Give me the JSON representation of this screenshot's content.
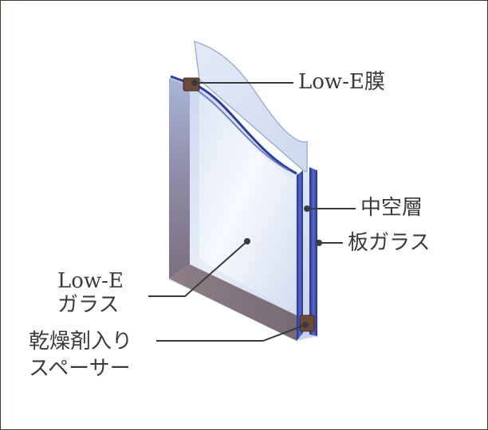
{
  "labels": {
    "low_e_film": "Low-E膜",
    "hollow_layer": "中空層",
    "plate_glass": "板ガラス",
    "low_e_glass": [
      "Low-E",
      "ガラス"
    ],
    "spacer": [
      "乾燥剤入り",
      "スペーサー"
    ]
  },
  "colors": {
    "frame_border": "#4a3a2e",
    "leader_line": "#3a3a3a",
    "glass_edge": "#2b3f9e",
    "label_text": "#3a3a3a"
  }
}
